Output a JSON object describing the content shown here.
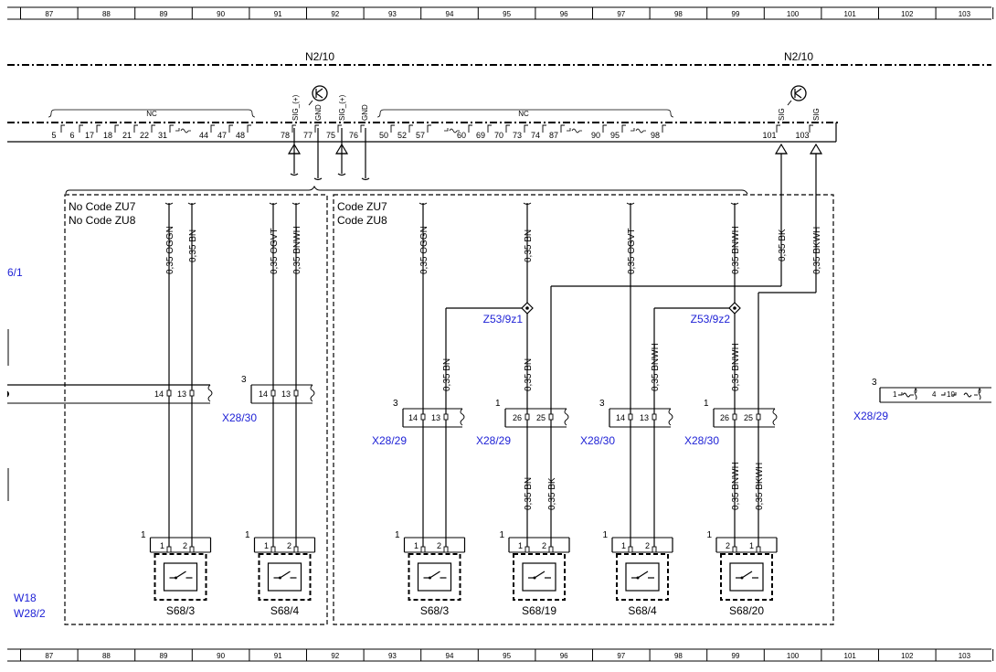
{
  "ruler": [
    "87",
    "88",
    "89",
    "90",
    "91",
    "92",
    "93",
    "94",
    "95",
    "96",
    "97",
    "98",
    "99",
    "100",
    "101",
    "102",
    "103"
  ],
  "connector": {
    "name_left": "N2/10",
    "name_right": "N2/10",
    "nc": "NC",
    "pins": [
      "5",
      "6",
      "17",
      "18",
      "21",
      "22",
      "31",
      "44",
      "47",
      "48",
      "78",
      "77",
      "75",
      "76",
      "50",
      "52",
      "57",
      "60",
      "69",
      "70",
      "73",
      "74",
      "87",
      "90",
      "95",
      "98",
      "101",
      "103"
    ],
    "signals": [
      "SIG_(+)",
      "GND",
      "SIG_(+)",
      "GND",
      "SIG",
      "SIG"
    ]
  },
  "groups": {
    "left_line1": "No Code ZU7",
    "left_line2": "No Code ZU8",
    "right_line1": "Code ZU7",
    "right_line2": "Code ZU8"
  },
  "wires": {
    "oggn": "0,35 OGGN",
    "bn": "0,35 BN",
    "ogvt": "0,35 OGVT",
    "bnwh": "0,35 BNWH",
    "bk": "0,35 BK",
    "bkwh": "0,35 BKWH"
  },
  "splices": [
    "Z53/9z1",
    "Z53/9z2"
  ],
  "connectors": {
    "x28_30": "X28/30",
    "x28_29": "X28/29"
  },
  "conn_pins": [
    "14",
    "13",
    "26",
    "25",
    "3",
    "1",
    "2",
    "4",
    "10"
  ],
  "switches": [
    "S68/3",
    "S68/4",
    "S68/3",
    "S68/19",
    "S68/4",
    "S68/20"
  ],
  "refs": {
    "edge_top": "6/1",
    "w18": "W18",
    "w28_2": "W28/2"
  }
}
